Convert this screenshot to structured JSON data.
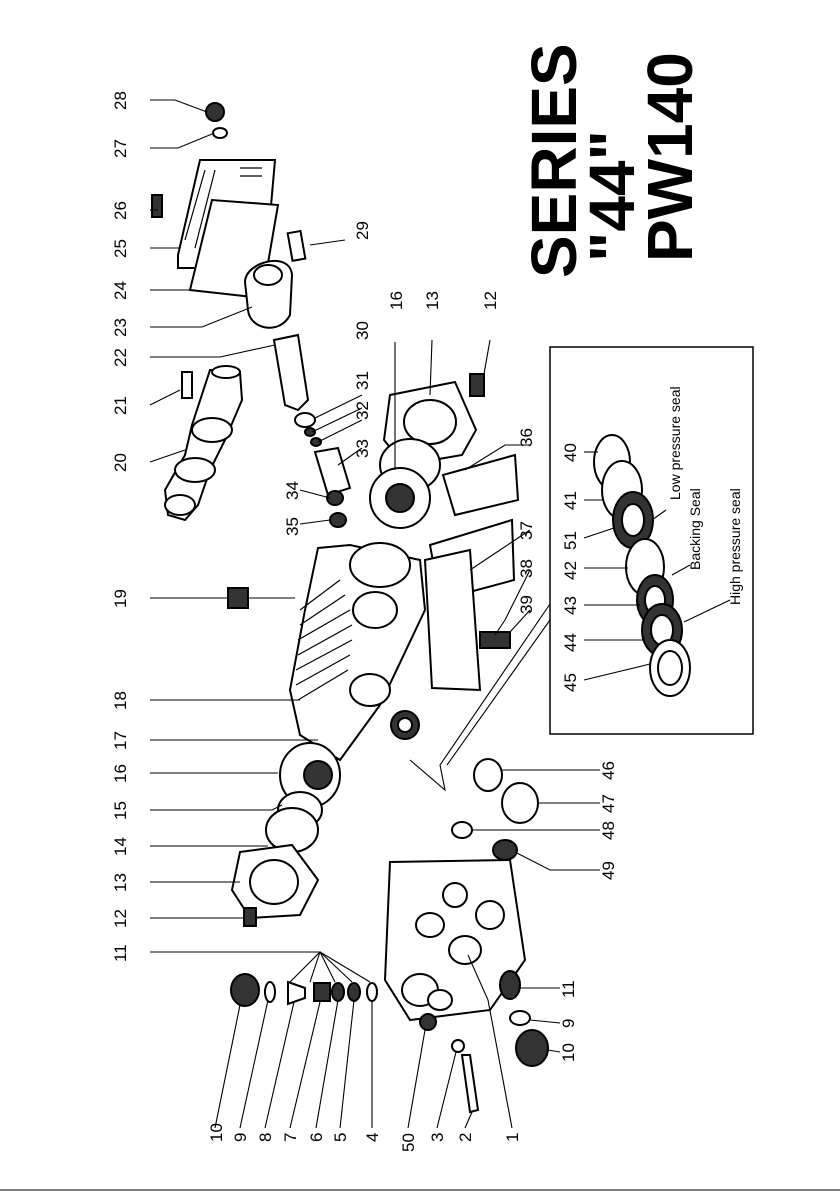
{
  "title": {
    "line1": "SERIES",
    "line2": "\"44\"",
    "line3": "PW140"
  },
  "inset": {
    "labels": {
      "low_pressure": "Low pressure seal",
      "backing": "Backing Seal",
      "high_pressure": "High pressure seal"
    }
  },
  "callouts": {
    "c28": "28",
    "c27": "27",
    "c26": "26",
    "c25": "25",
    "c24": "24",
    "c23": "23",
    "c22": "22",
    "c21": "21",
    "c20": "20",
    "c19": "19",
    "c18": "18",
    "c17": "17",
    "c16a": "16",
    "c15": "15",
    "c14": "14",
    "c13a": "13",
    "c12a": "12",
    "c11a": "11",
    "c10a": "10",
    "c9a": "9",
    "c8": "8",
    "c7": "7",
    "c6": "6",
    "c5": "5",
    "c4": "4",
    "c50": "50",
    "c3": "3",
    "c2": "2",
    "c1": "1",
    "c29": "29",
    "c16b": "16",
    "c13b": "13",
    "c12b": "12",
    "c30": "30",
    "c31": "31",
    "c32": "32",
    "c33": "33",
    "c34": "34",
    "c35": "35",
    "c36": "36",
    "c37": "37",
    "c38": "38",
    "c39": "39",
    "c40": "40",
    "c41": "41",
    "c51": "51",
    "c42": "42",
    "c43": "43",
    "c44": "44",
    "c45": "45",
    "c46": "46",
    "c47": "47",
    "c48": "48",
    "c49": "49",
    "c11b": "11",
    "c9b": "9",
    "c10b": "10"
  }
}
